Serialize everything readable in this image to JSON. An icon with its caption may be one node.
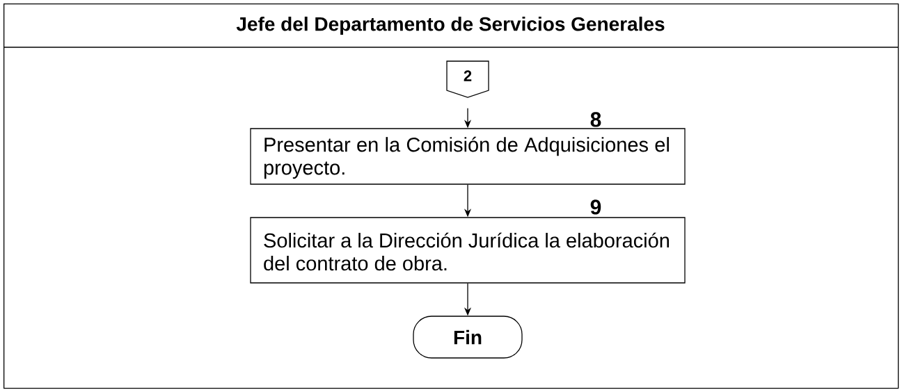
{
  "diagram": {
    "nodes": [
      {
        "text": [
          "Jefe del Departamento de Servicios Generales"
        ]
      },
      {
        "text": [
          "2"
        ],
        "in": 0
      },
      {
        "text": [
          "Presentar en la Comisión de Adquisiciones el proyecto."
        ],
        "in": 0,
        "beside": [
          "8"
        ]
      },
      {
        "text": [
          "Solicitar a la Dirección Jurídica la elaboración del contrato de obra."
        ],
        "in": 0,
        "beside": [
          "9"
        ]
      },
      {
        "text": [
          "Fin"
        ],
        "in": 0
      }
    ],
    "edges": [
      {
        "from": 1,
        "to": 2,
        "arrow": "to"
      },
      {
        "from": 2,
        "to": 3,
        "arrow": "to"
      },
      {
        "from": 3,
        "to": 4,
        "arrow": "to"
      }
    ]
  }
}
